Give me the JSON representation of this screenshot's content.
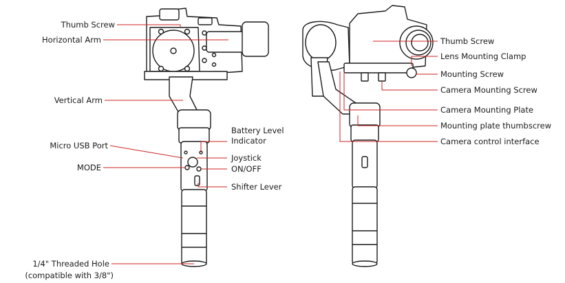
{
  "colors": {
    "leader": "#cc2222",
    "outline": "#1a1a1a",
    "device_fill": "#ffffff",
    "text": "#1a1a1a"
  },
  "left_gimbal": {
    "labels": {
      "thumb_screw": "Thumb Screw",
      "horizontal_arm": "Horizontal Arm",
      "vertical_arm": "Vertical Arm",
      "battery_level_line1": "Battery Level",
      "battery_level_line2": "Indicator",
      "micro_usb_port": "Micro USB Port",
      "joystick": "Joystick",
      "mode": "MODE",
      "on_off": "ON/OFF",
      "shifter_lever": "Shifter Lever",
      "threaded_hole_line1": "1/4\" Threaded Hole",
      "threaded_hole_line2": "(compatible with 3/8\")"
    }
  },
  "right_gimbal": {
    "labels": {
      "thumb_screw": "Thumb Screw",
      "lens_mounting_clamp": "Lens Mounting Clamp",
      "mounting_screw": "Mounting Screw",
      "camera_mounting_screw": "Camera Mounting Screw",
      "camera_mounting_plate": "Camera Mounting Plate",
      "mounting_plate_thumbscrew": "Mounting plate thumbscrew",
      "camera_control_interface": "Camera control interface"
    }
  }
}
